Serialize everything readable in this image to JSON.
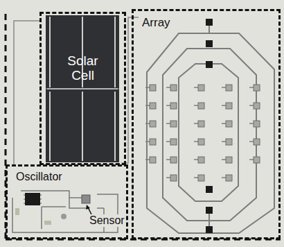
{
  "diagram": {
    "nodes": [
      {
        "text": [
          "Solar Cell"
        ]
      },
      {
        "text": [
          "Array"
        ]
      },
      {
        "text": [
          "Oscillator"
        ]
      }
    ],
    "labels": [
      "Sensor"
    ]
  }
}
